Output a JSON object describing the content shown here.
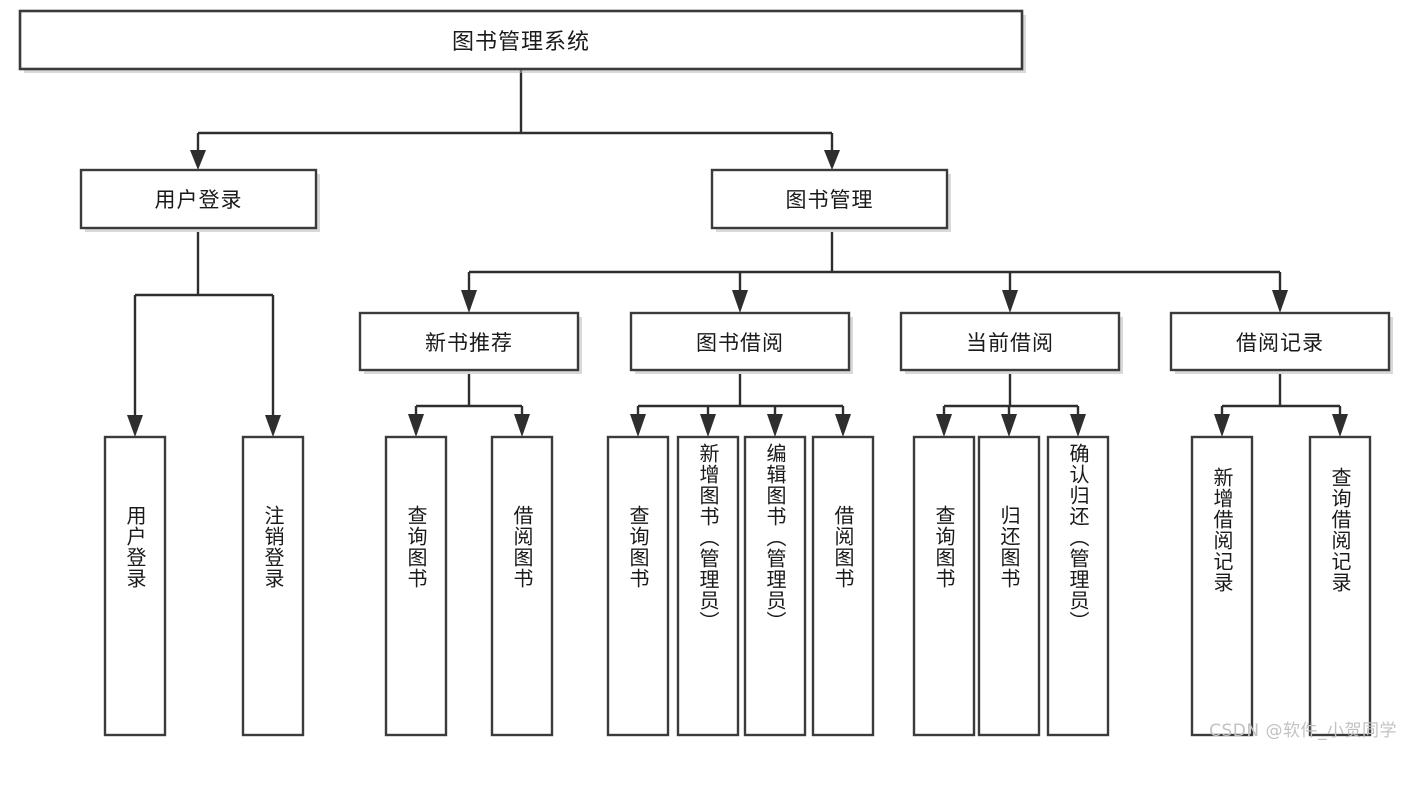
{
  "diagram": {
    "title": "图书管理系统",
    "type": "hierarchy-tree",
    "levels": 4,
    "root": {
      "id": "root",
      "label": "图书管理系统",
      "orientation": "horizontal"
    },
    "level2": [
      {
        "id": "user-login",
        "label": "用户登录",
        "orientation": "horizontal"
      },
      {
        "id": "book-manage",
        "label": "图书管理",
        "orientation": "horizontal"
      }
    ],
    "level3": [
      {
        "id": "new-book-recommend",
        "label": "新书推荐",
        "orientation": "horizontal",
        "parent": "book-manage"
      },
      {
        "id": "book-borrow",
        "label": "图书借阅",
        "orientation": "horizontal",
        "parent": "book-manage"
      },
      {
        "id": "current-borrow",
        "label": "当前借阅",
        "orientation": "horizontal",
        "parent": "book-manage"
      },
      {
        "id": "borrow-record",
        "label": "借阅记录",
        "orientation": "horizontal",
        "parent": "book-manage"
      }
    ],
    "leaves": [
      {
        "id": "leaf-user-login",
        "label": "用户登录",
        "parent": "user-login",
        "orientation": "vertical"
      },
      {
        "id": "leaf-user-logout",
        "label": "注销登录",
        "parent": "user-login",
        "orientation": "vertical"
      },
      {
        "id": "leaf-query-book-1",
        "label": "查询图书",
        "parent": "new-book-recommend",
        "orientation": "vertical"
      },
      {
        "id": "leaf-borrow-book-1",
        "label": "借阅图书",
        "parent": "new-book-recommend",
        "orientation": "vertical"
      },
      {
        "id": "leaf-query-book-2",
        "label": "查询图书",
        "parent": "book-borrow",
        "orientation": "vertical"
      },
      {
        "id": "leaf-add-book",
        "label": "新增图书（管理员）",
        "parent": "book-borrow",
        "orientation": "vertical"
      },
      {
        "id": "leaf-edit-book",
        "label": "编辑图书（管理员）",
        "parent": "book-borrow",
        "orientation": "vertical"
      },
      {
        "id": "leaf-borrow-book-2",
        "label": "借阅图书",
        "parent": "book-borrow",
        "orientation": "vertical"
      },
      {
        "id": "leaf-query-book-3",
        "label": "查询图书",
        "parent": "current-borrow",
        "orientation": "vertical"
      },
      {
        "id": "leaf-return-book",
        "label": "归还图书",
        "parent": "current-borrow",
        "orientation": "vertical"
      },
      {
        "id": "leaf-confirm-return",
        "label": "确认归还（管理员）",
        "parent": "current-borrow",
        "orientation": "vertical"
      },
      {
        "id": "leaf-add-record",
        "label": "新增借阅记录",
        "parent": "borrow-record",
        "orientation": "vertical"
      },
      {
        "id": "leaf-query-record",
        "label": "查询借阅记录",
        "parent": "borrow-record",
        "orientation": "vertical"
      }
    ]
  },
  "watermark": {
    "text": "CSDN @软件_小贺同学"
  },
  "colors": {
    "background": "#ffffff",
    "box_fill": "#ffffff",
    "box_stroke": "#3b3b3b",
    "connector": "#2e2e2e",
    "text": "#1a1a1a",
    "watermark": "#c2c2c2",
    "shadow": "#b9b9b9"
  }
}
